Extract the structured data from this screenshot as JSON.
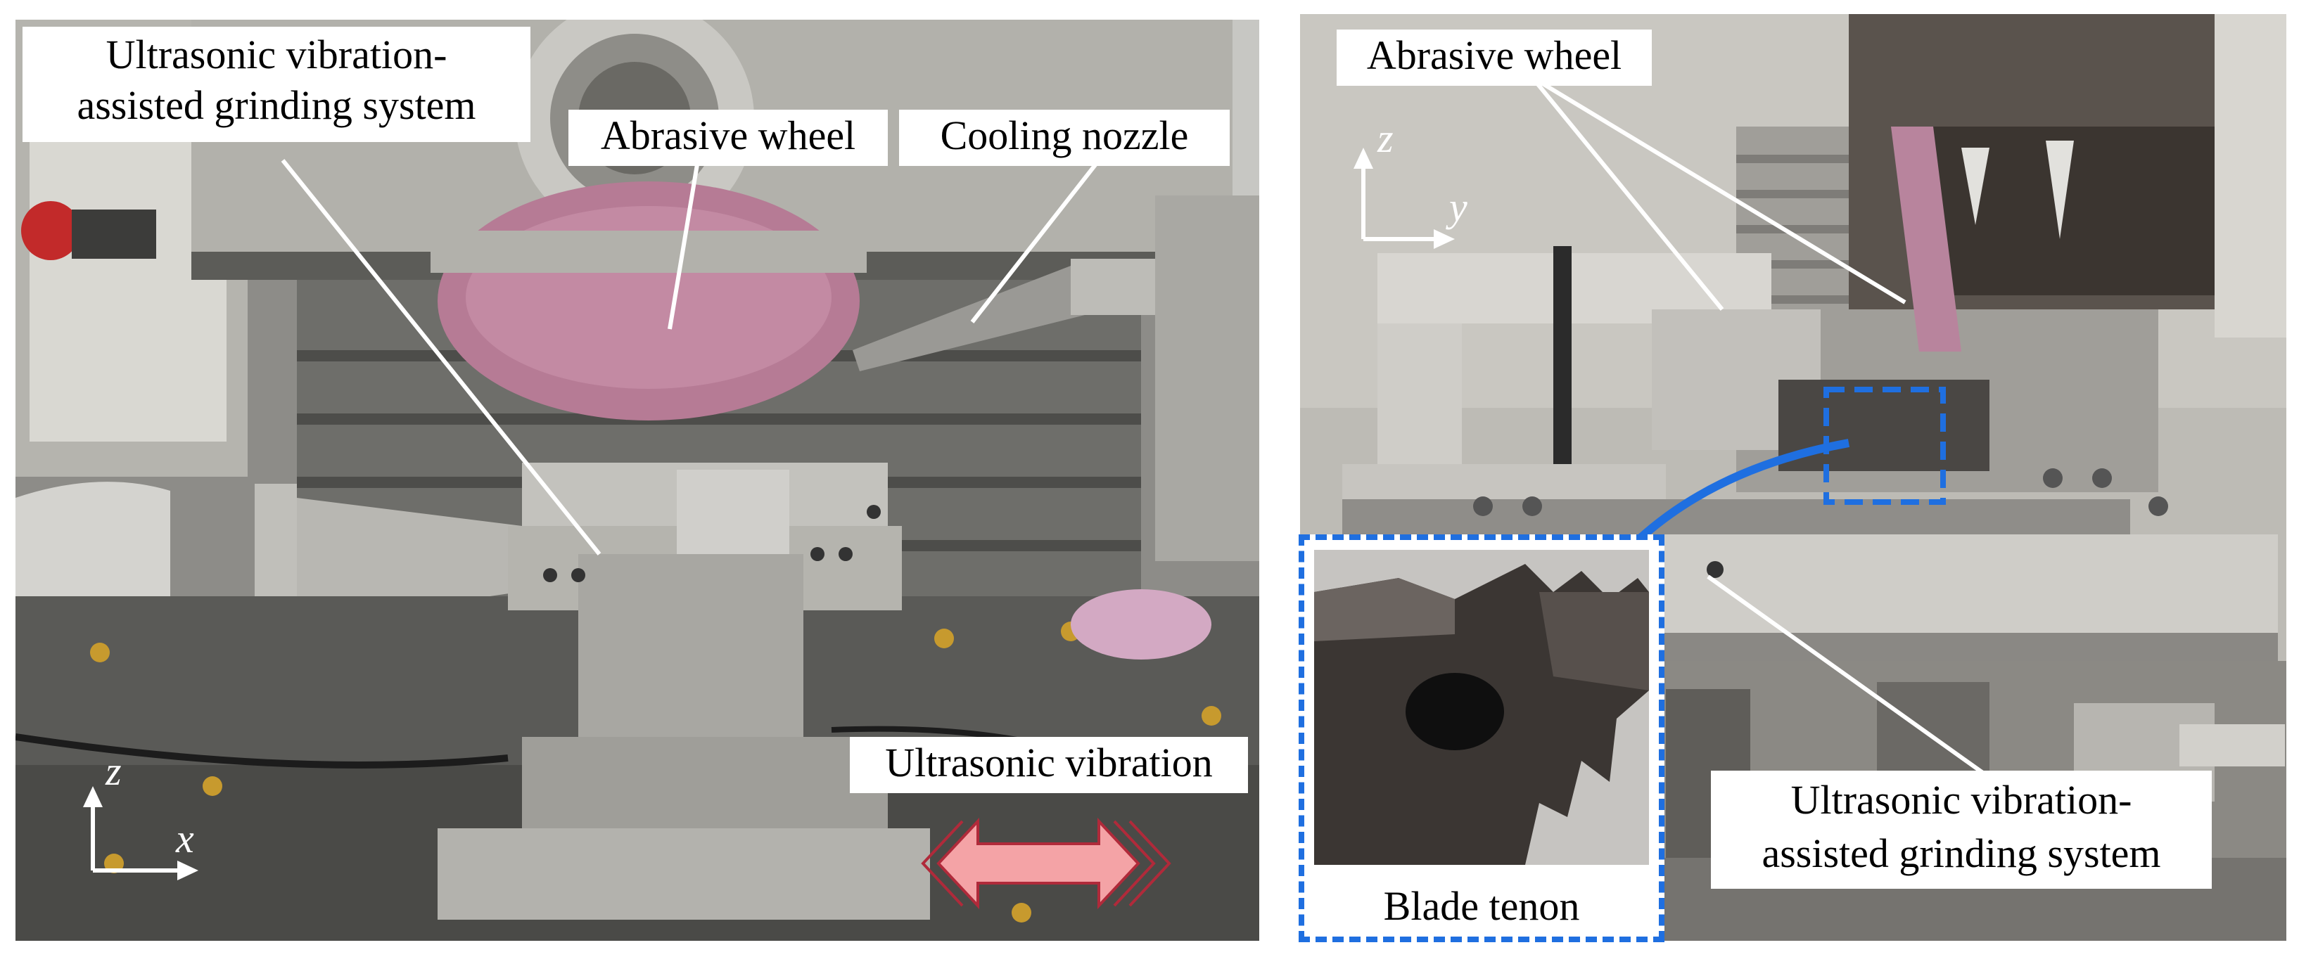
{
  "left_panel": {
    "label_system": "Ultrasonic vibration-\nassisted grinding system",
    "label_system_line1": "Ultrasonic vibration-",
    "label_system_line2": "assisted grinding system",
    "label_wheel": "Abrasive wheel",
    "label_nozzle": "Cooling nozzle",
    "label_vibration": "Ultrasonic vibration",
    "axis_vertical": "z",
    "axis_horizontal": "x"
  },
  "right_panel": {
    "label_wheel": "Abrasive wheel",
    "label_system_line1": "Ultrasonic vibration-",
    "label_system_line2": "assisted grinding system",
    "axis_vertical": "z",
    "axis_horizontal": "y",
    "inset_caption": "Blade tenon"
  },
  "colors": {
    "inset_border": "#1f6fe0",
    "callout_arrow": "#1f6fe0",
    "vibration_arrow": "#f4a3a6",
    "leader_lines": "#ffffff"
  }
}
